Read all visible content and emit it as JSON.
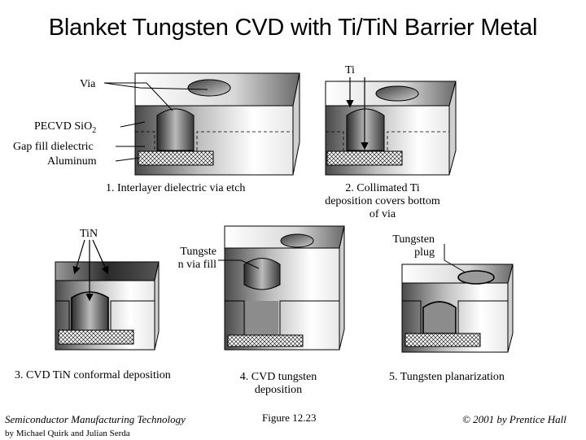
{
  "title": "Blanket Tungsten CVD with Ti/TiN Barrier Metal",
  "labels": {
    "via": "Via",
    "pecvd_prefix": "PECVD SiO",
    "pecvd_sub": "2",
    "gap_fill": "Gap fill dielectric",
    "aluminum": "Aluminum",
    "ti": "Ti",
    "tin": "TiN",
    "tungsten_via_fill_line1": "Tungste",
    "tungsten_via_fill_line2": "n via fill",
    "tungsten_plug_line1": "Tungsten",
    "tungsten_plug_line2": "plug"
  },
  "steps": [
    {
      "caption": "1.  Interlayer dielectric via etch"
    },
    {
      "caption_lines": [
        "2.  Collimated Ti",
        "deposition covers bottom",
        "of via"
      ]
    },
    {
      "caption": "3.  CVD TiN conformal deposition"
    },
    {
      "caption_lines": [
        "4.  CVD tungsten",
        "deposition"
      ]
    },
    {
      "caption": "5.  Tungsten planarization"
    }
  ],
  "footer": {
    "book": "Semiconductor Manufacturing Technology",
    "authors": "by Michael Quirk and Julian Serda",
    "figure": "Figure 12.23",
    "copyright": "© 2001 by Prentice Hall"
  },
  "colors": {
    "dielectric_light": "#f2f2f2",
    "dielectric_dark": "#5a5a5a",
    "via_dark": "#3a3a3a",
    "tungsten": "#8c8c8c"
  }
}
